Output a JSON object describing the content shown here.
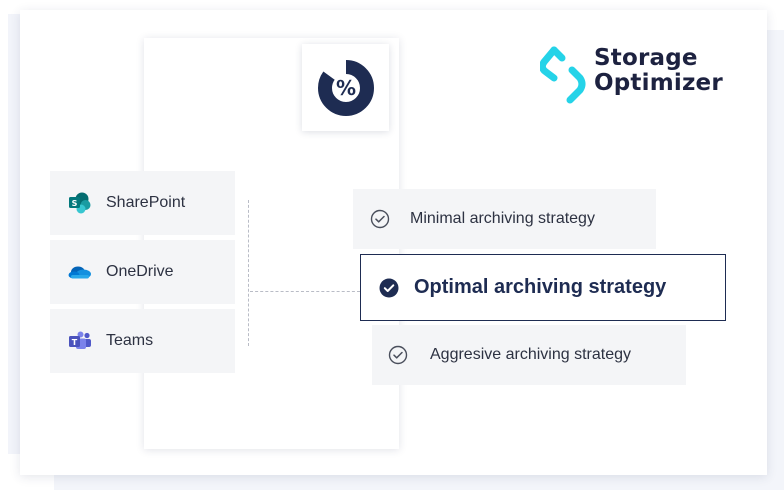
{
  "brand": {
    "name_line1": "Storage",
    "name_line2": "Optimizer",
    "colors": {
      "accent": "#25d3e8",
      "text": "#1d2240"
    }
  },
  "gauge": {
    "icon": "percent-gauge-icon",
    "symbol": "%",
    "color": "#1e2c52"
  },
  "sources": [
    {
      "label": "SharePoint",
      "icon": "sharepoint-icon"
    },
    {
      "label": "OneDrive",
      "icon": "onedrive-icon"
    },
    {
      "label": "Teams",
      "icon": "teams-icon"
    }
  ],
  "strategies": [
    {
      "label": "Minimal archiving strategy",
      "selected": false,
      "icon": "check-circle-outline-icon"
    },
    {
      "label": "Optimal archiving strategy",
      "selected": true,
      "icon": "check-circle-filled-icon"
    },
    {
      "label": "Aggresive archiving strategy",
      "selected": false,
      "icon": "check-circle-outline-icon"
    }
  ]
}
